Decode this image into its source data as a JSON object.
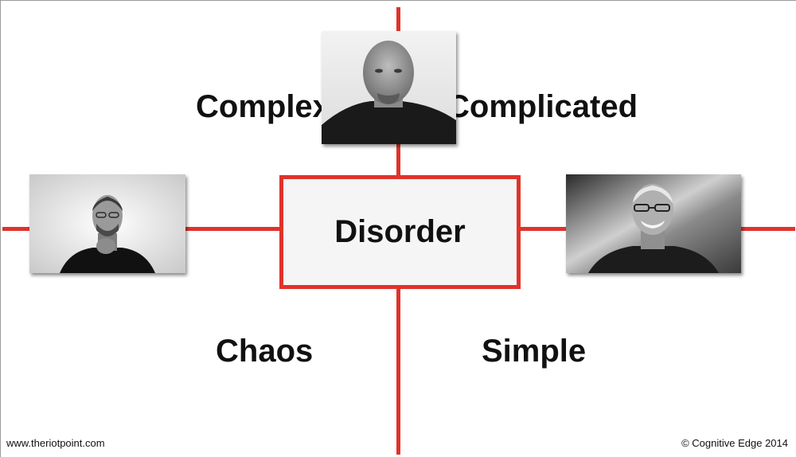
{
  "diagram": {
    "quadrants": {
      "top_left": "Complex",
      "top_right": "Complicated",
      "bottom_left": "Chaos",
      "bottom_right": "Simple"
    },
    "center": "Disorder",
    "photos": [
      {
        "position": "top",
        "description": "grayscale portrait photo"
      },
      {
        "position": "left",
        "description": "grayscale portrait photo"
      },
      {
        "position": "right",
        "description": "grayscale portrait photo"
      }
    ],
    "accent_color": "#e0332b"
  },
  "footer": {
    "left": "www.theriotpoint.com",
    "right": "© Cognitive Edge 2014"
  }
}
